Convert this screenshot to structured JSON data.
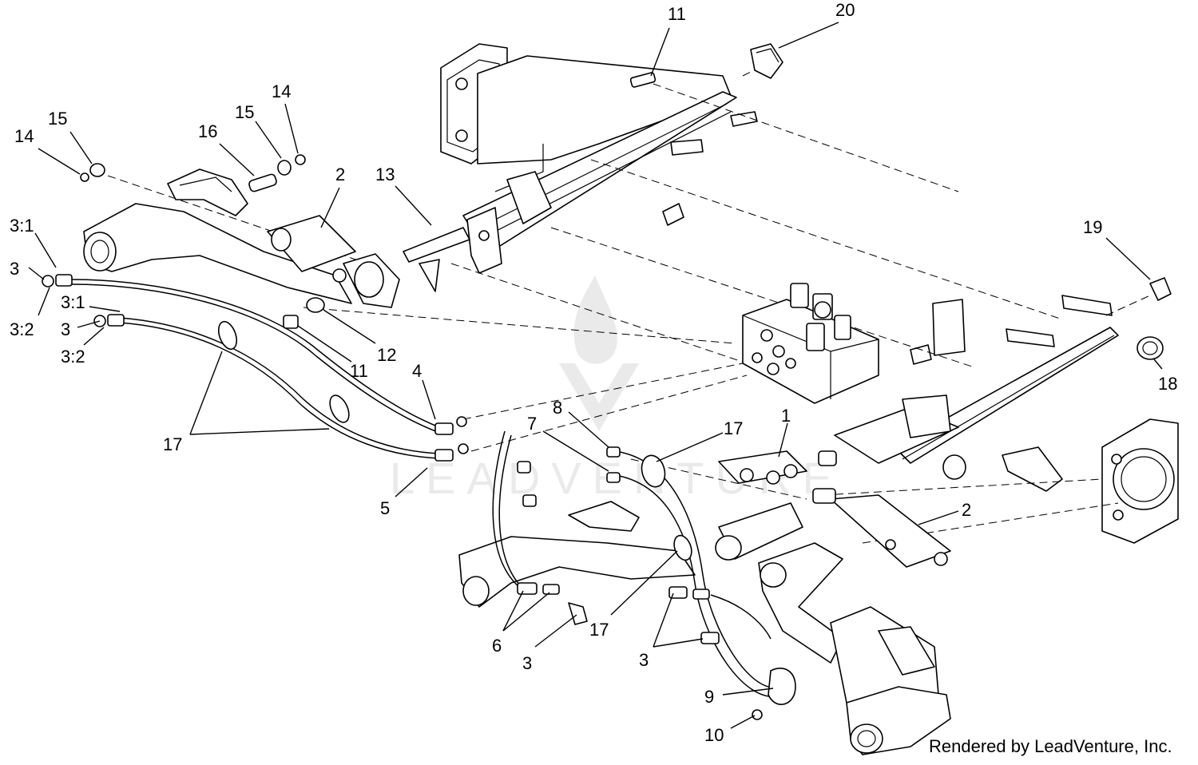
{
  "watermark": {
    "text": "LEADVENTURE",
    "color": "#d9d9d9"
  },
  "credit": "Rendered by LeadVenture, Inc.",
  "callouts": {
    "c11_top": "11",
    "c20": "20",
    "c14_left": "14",
    "c15_left": "15",
    "c16": "16",
    "c15_mid": "15",
    "c14_mid": "14",
    "c2_upper": "2",
    "c13": "13",
    "c3_1_a": "3:1",
    "c3_a": "3",
    "c3_2_a": "3:2",
    "c3_1_b": "3:1",
    "c3_b": "3",
    "c3_2_b": "3:2",
    "c11_mid": "11",
    "c12": "12",
    "c4": "4",
    "c5": "5",
    "c17_left": "17",
    "c19": "19",
    "c18": "18",
    "c7": "7",
    "c8": "8",
    "c17_right": "17",
    "c1": "1",
    "c2_lower": "2",
    "c6": "6",
    "c3_lower_left": "3",
    "c17_lower": "17",
    "c3_lower_right": "3",
    "c9": "9",
    "c10": "10"
  }
}
